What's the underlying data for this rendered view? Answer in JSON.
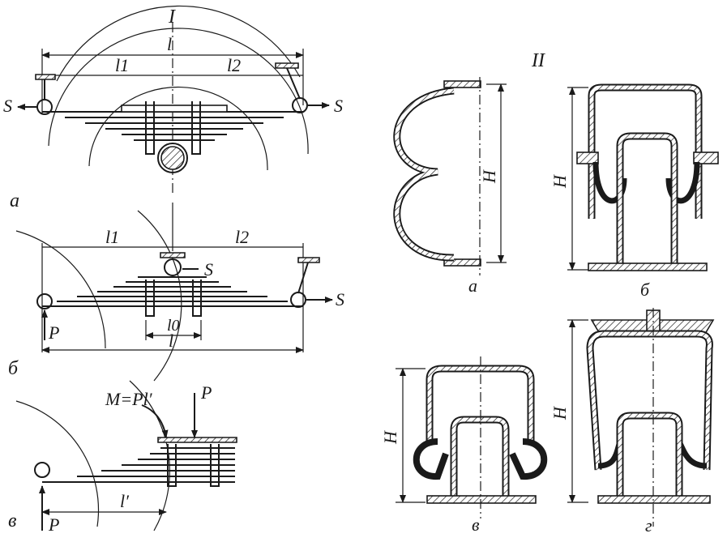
{
  "colors": {
    "paper": "#ffffff",
    "ink": "#1a1a1a"
  },
  "labels": {
    "section_I": "I",
    "section_II": "II",
    "fig_a_l": "l",
    "fig_a_l1": "l1",
    "fig_a_l2": "l2",
    "fig_a_S_left": "S",
    "fig_a_S_right": "S",
    "fig_a_tag": "а",
    "fig_b_l1": "l1",
    "fig_b_l2": "l2",
    "fig_b_S_top": "S",
    "fig_b_S_right": "S",
    "fig_b_P": "P",
    "fig_b_l": "l",
    "fig_b_l0": "l0",
    "fig_b_tag": "б",
    "fig_c_M": "M=Pl′",
    "fig_c_P_top": "P",
    "fig_c_l_prime": "l′",
    "fig_c_P_bottom": "P",
    "fig_c_tag": "в",
    "air_a_H": "H",
    "air_a_tag": "а",
    "air_b_H": "H",
    "air_b_tag": "б",
    "air_c_H": "H",
    "air_c_tag": "в",
    "air_d_H": "H",
    "air_d_tag": "г"
  }
}
